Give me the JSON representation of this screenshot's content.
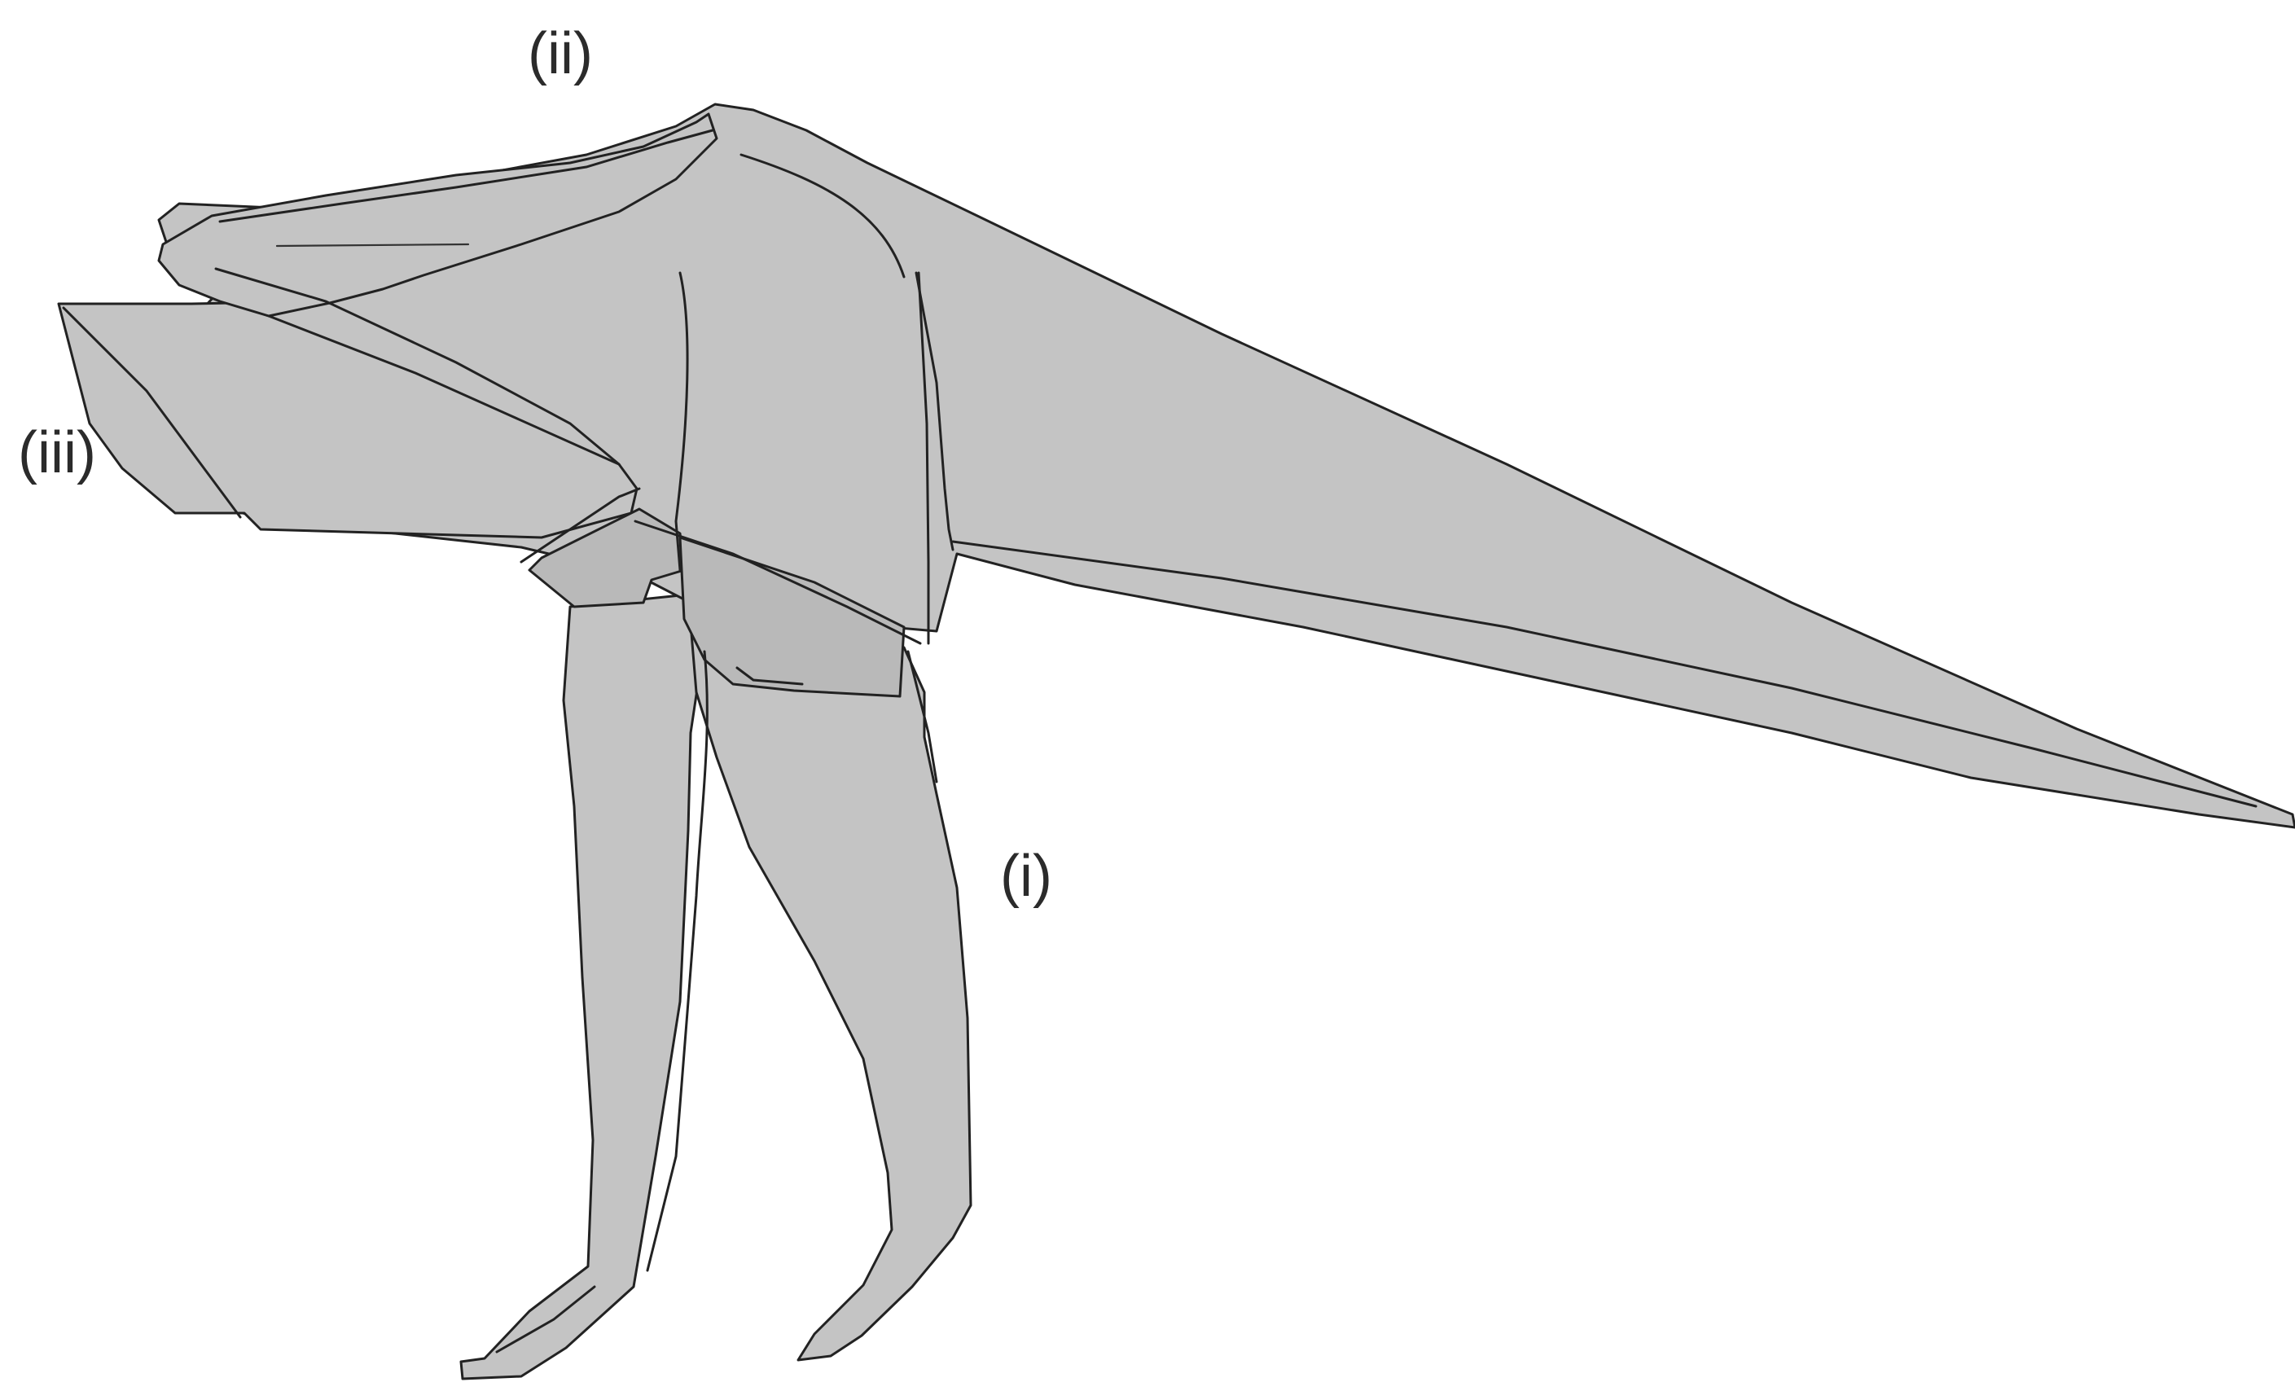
{
  "figure": {
    "description_labels": {
      "ii": "(ii)",
      "iii": "(iii)",
      "i": "(i)"
    },
    "colors": {
      "paper": "#c4c4c4",
      "outline": "#222222",
      "background": "#ffffff"
    }
  }
}
